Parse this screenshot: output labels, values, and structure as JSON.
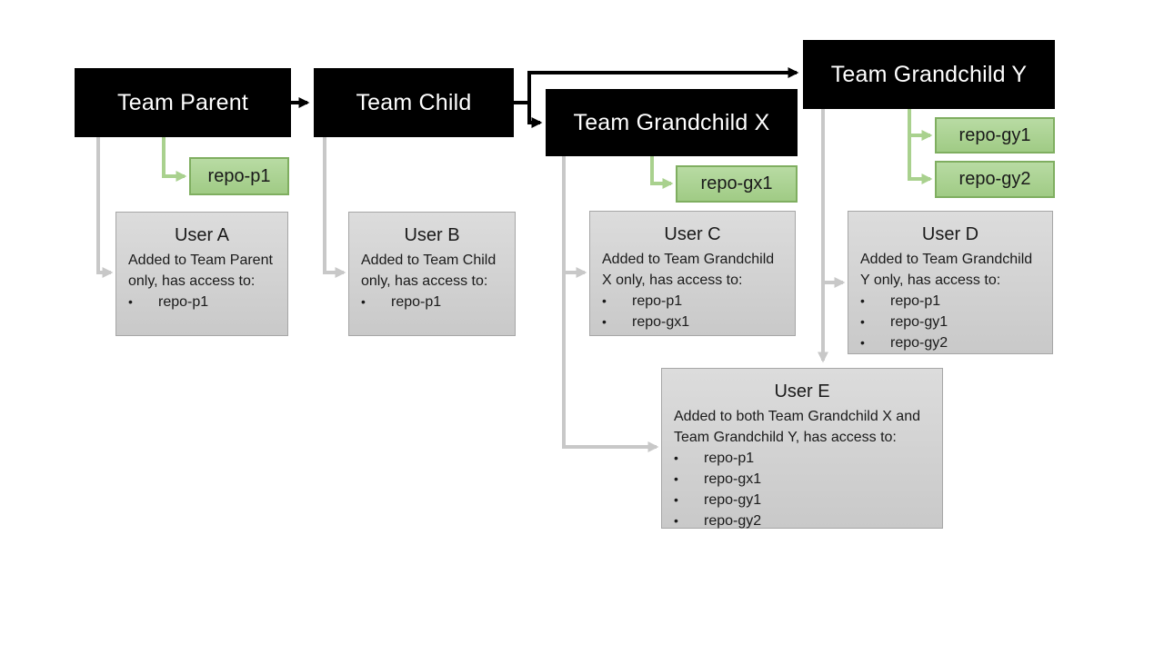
{
  "colors": {
    "team_box": "#000000",
    "team_text": "#ffffff",
    "repo_fill": "#a9d18e",
    "repo_border": "#7fae60",
    "user_fill": "#d2d2d2",
    "user_border": "#a6a6a6",
    "arrow_black": "#000000",
    "arrow_green": "#a9d18e",
    "arrow_gray": "#c8c8c8"
  },
  "bullet": "•",
  "teams": {
    "parent": "Team Parent",
    "child": "Team Child",
    "grandchild_x": "Team Grandchild X",
    "grandchild_y": "Team Grandchild Y"
  },
  "repos": {
    "p1": "repo-p1",
    "gx1": "repo-gx1",
    "gy1": "repo-gy1",
    "gy2": "repo-gy2"
  },
  "users": {
    "a": {
      "title": "User A",
      "description": "Added to Team Parent only, has access to:",
      "repos": [
        "repo-p1"
      ]
    },
    "b": {
      "title": "User B",
      "description": "Added to Team Child only, has access to:",
      "repos": [
        "repo-p1"
      ]
    },
    "c": {
      "title": "User C",
      "description": "Added to Team Grandchild X only, has access to:",
      "repos": [
        "repo-p1",
        "repo-gx1"
      ]
    },
    "d": {
      "title": "User D",
      "description": "Added to Team Grandchild Y only, has access to:",
      "repos": [
        "repo-p1",
        "repo-gy1",
        "repo-gy2"
      ]
    },
    "e": {
      "title": "User E",
      "description": "Added to both Team Grandchild X and Team Grandchild Y, has access to:",
      "repos": [
        "repo-p1",
        "repo-gx1",
        "repo-gy1",
        "repo-gy2"
      ]
    }
  }
}
